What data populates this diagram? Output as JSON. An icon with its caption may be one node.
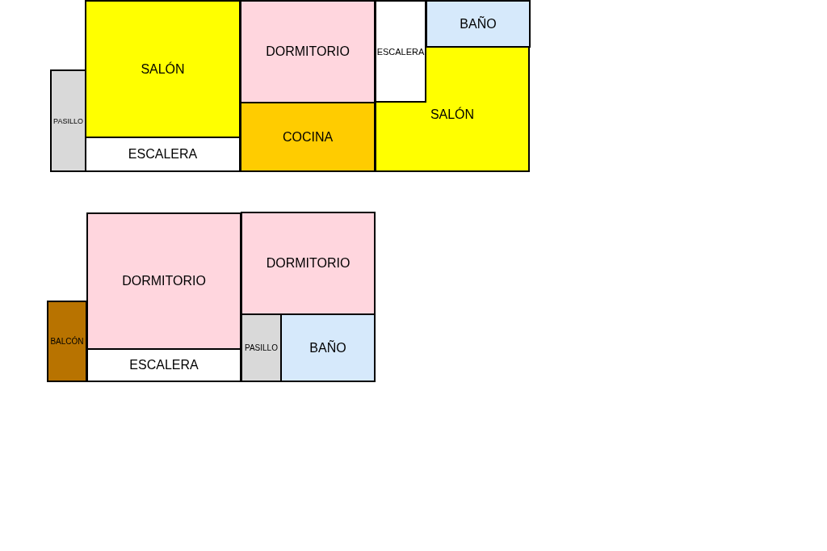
{
  "diagram": {
    "nodes": [
      {
        "text": [
          "PASILLO"
        ]
      },
      {
        "text": [
          "SALÓN"
        ]
      },
      {
        "text": [
          "ESCALERA"
        ]
      },
      {
        "text": [
          "DORMITORIO"
        ]
      },
      {
        "text": [
          "COCINA"
        ]
      },
      {
        "text": [
          "ESCALERA"
        ]
      },
      {
        "text": [
          "BAÑO"
        ]
      },
      {
        "text": [
          "SALÓN"
        ]
      },
      {
        "text": [
          "DORMITORIO"
        ]
      },
      {
        "text": [
          "DORMITORIO"
        ]
      },
      {
        "text": [
          "BALCÓN"
        ]
      },
      {
        "text": [
          "ESCALERA"
        ]
      },
      {
        "text": [
          "PASILLO"
        ]
      },
      {
        "text": [
          "BAÑO"
        ]
      }
    ]
  }
}
